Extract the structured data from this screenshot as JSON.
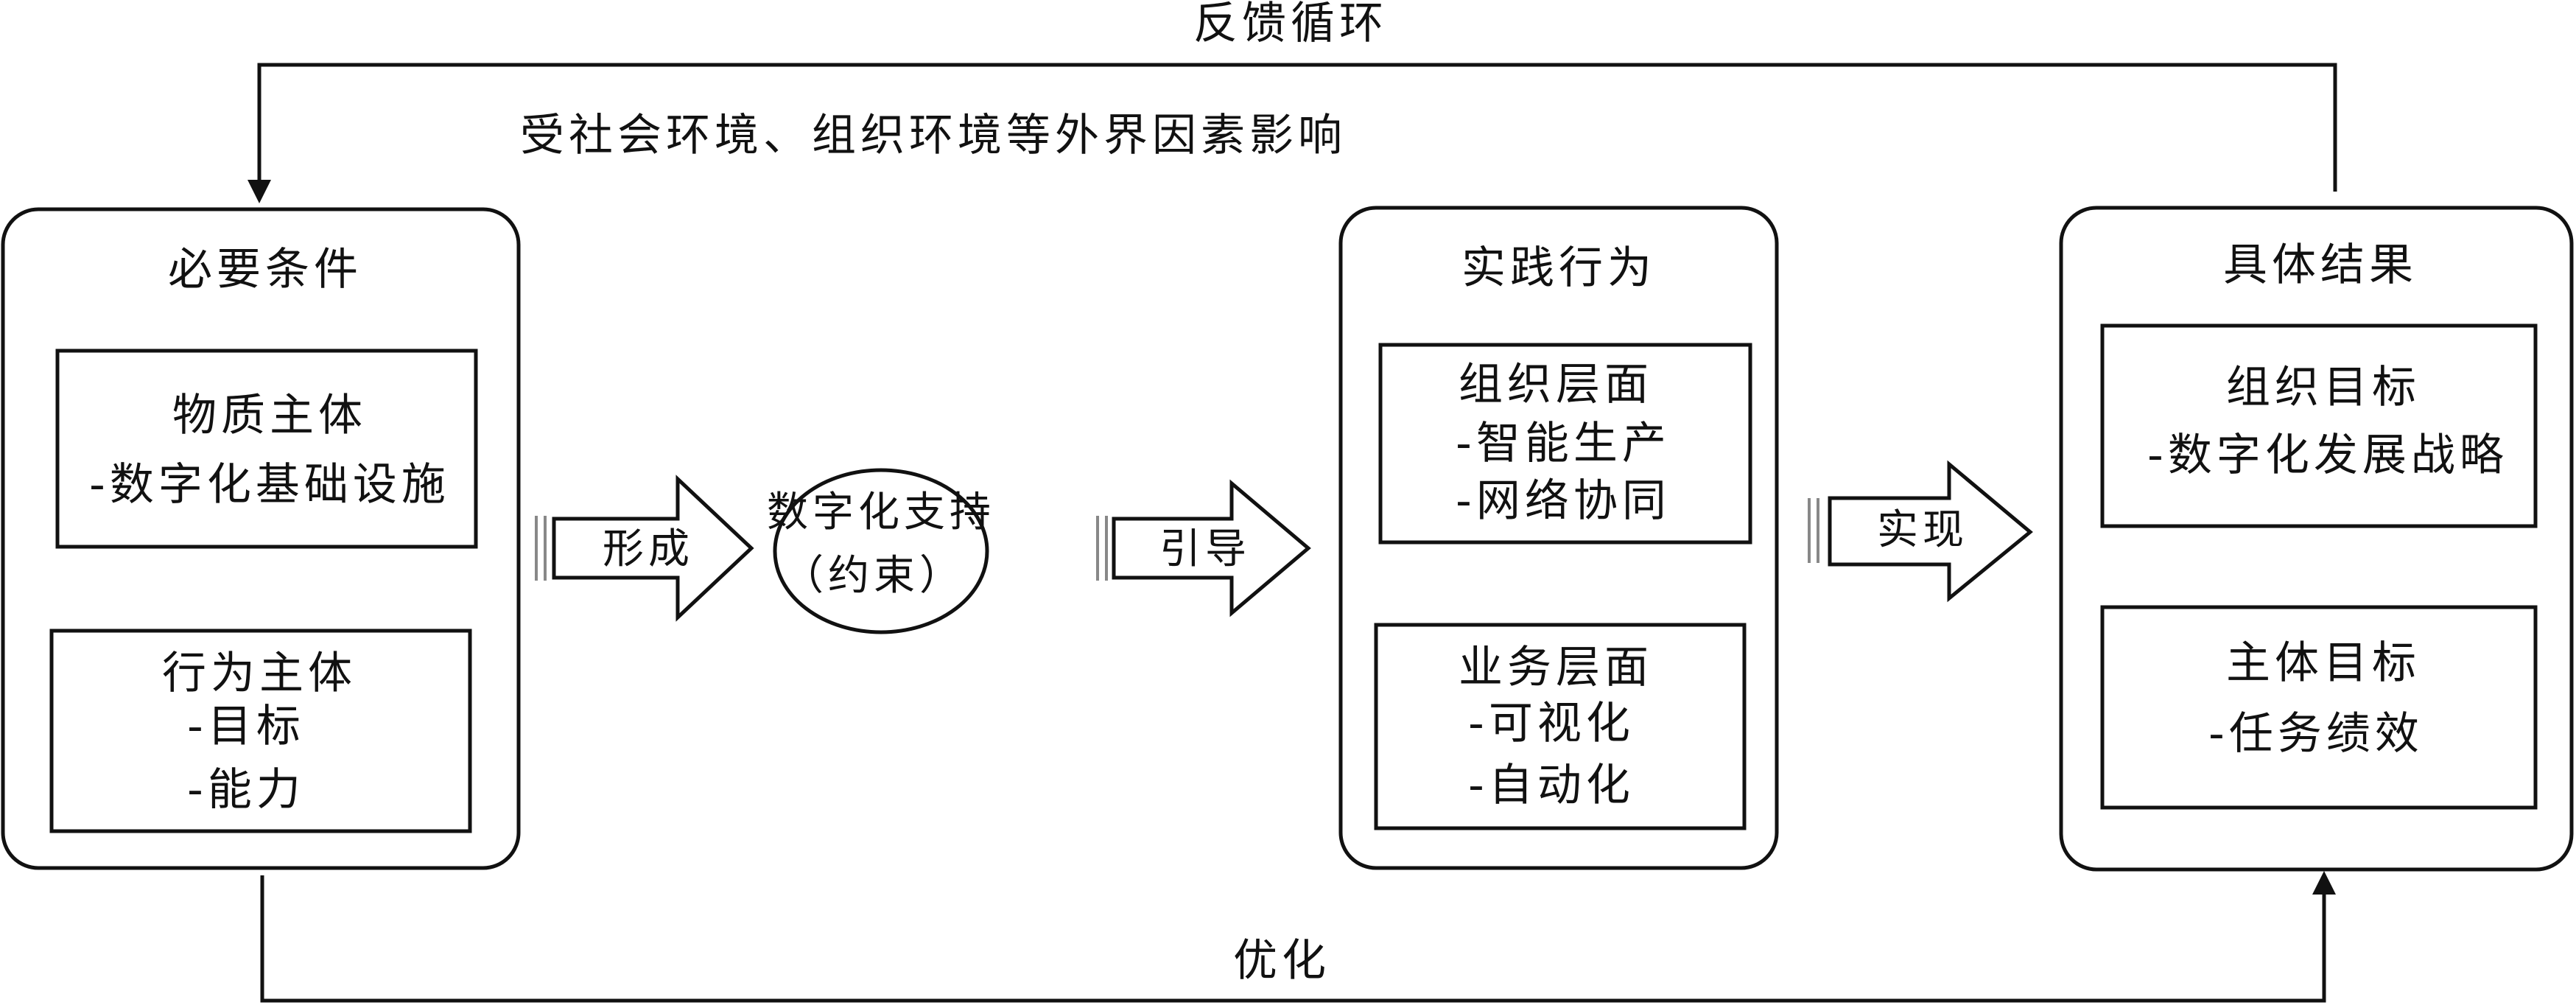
{
  "loops": {
    "feedback_label": "反馈循环",
    "external_note": "受社会环境、组织环境等外界因素影响",
    "optimize_label": "优化"
  },
  "panels": {
    "conditions": {
      "title": "必要条件",
      "material": {
        "title": "物质主体",
        "items": [
          "-数字化基础设施"
        ]
      },
      "behavior": {
        "title": "行为主体",
        "items": [
          "-目标",
          "-能力"
        ]
      }
    },
    "digital": {
      "line1": "数字化支持",
      "line2": "（约束）"
    },
    "practice": {
      "title": "实践行为",
      "org": {
        "title": "组织层面",
        "items": [
          "-智能生产",
          "-网络协同"
        ]
      },
      "business": {
        "title": "业务层面",
        "items": [
          "-可视化",
          "-自动化"
        ]
      }
    },
    "results": {
      "title": "具体结果",
      "org_goal": {
        "title": "组织目标",
        "items": [
          "-数字化发展战略"
        ]
      },
      "subject_goal": {
        "title": "主体目标",
        "items": [
          "-任务绩效"
        ]
      }
    }
  },
  "arrows": {
    "form": "形成",
    "guide": "引导",
    "realize": "实现"
  }
}
